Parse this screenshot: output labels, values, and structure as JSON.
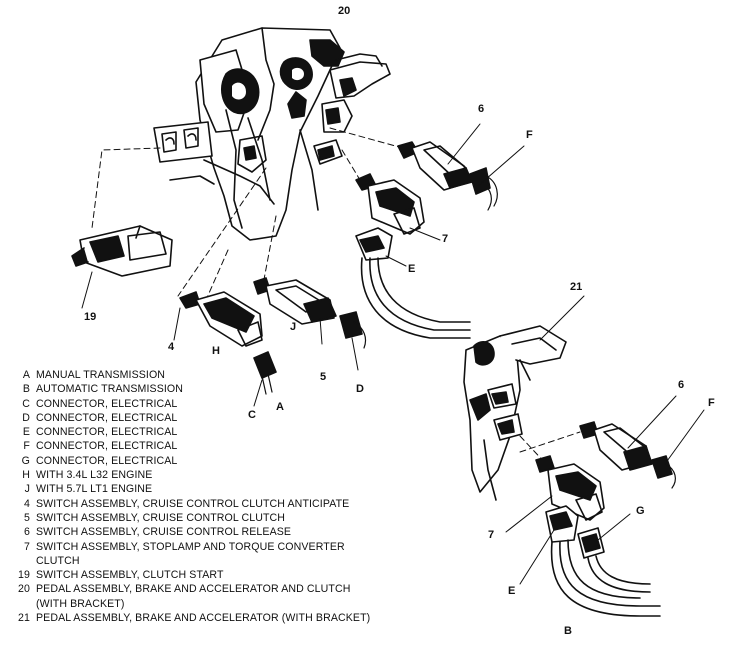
{
  "callouts": {
    "n20": "20",
    "n6_top": "6",
    "f_top": "F",
    "n7_top": "7",
    "e_top": "E",
    "n19": "19",
    "n4": "4",
    "h": "H",
    "j": "J",
    "n5": "5",
    "d": "D",
    "c": "C",
    "a": "A",
    "n21": "21",
    "n6_bottom": "6",
    "f_bottom": "F",
    "g": "G",
    "n7_bottom": "7",
    "e_bottom": "E",
    "b": "B"
  },
  "legend": [
    {
      "key": "A",
      "text": "MANUAL TRANSMISSION"
    },
    {
      "key": "B",
      "text": "AUTOMATIC TRANSMISSION"
    },
    {
      "key": "C",
      "text": "CONNECTOR, ELECTRICAL"
    },
    {
      "key": "D",
      "text": "CONNECTOR, ELECTRICAL"
    },
    {
      "key": "E",
      "text": "CONNECTOR, ELECTRICAL"
    },
    {
      "key": "F",
      "text": "CONNECTOR, ELECTRICAL"
    },
    {
      "key": "G",
      "text": "CONNECTOR, ELECTRICAL"
    },
    {
      "key": "H",
      "text": "WITH 3.4L L32 ENGINE"
    },
    {
      "key": "J",
      "text": "WITH 5.7L LT1 ENGINE"
    },
    {
      "key": "4",
      "text": "SWITCH ASSEMBLY, CRUISE CONTROL CLUTCH ANTICIPATE"
    },
    {
      "key": "5",
      "text": "SWITCH ASSEMBLY, CRUISE CONTROL CLUTCH"
    },
    {
      "key": "6",
      "text": "SWITCH ASSEMBLY, CRUISE CONTROL RELEASE"
    },
    {
      "key": "7",
      "text": "SWITCH ASSEMBLY, STOPLAMP AND TORQUE CONVERTER CLUTCH"
    },
    {
      "key": "19",
      "text": "SWITCH ASSEMBLY, CLUTCH START"
    },
    {
      "key": "20",
      "text": "PEDAL ASSEMBLY, BRAKE AND ACCELERATOR AND CLUTCH (WITH BRACKET)"
    },
    {
      "key": "21",
      "text": "PEDAL ASSEMBLY, BRAKE AND ACCELERATOR (WITH BRACKET)"
    }
  ]
}
